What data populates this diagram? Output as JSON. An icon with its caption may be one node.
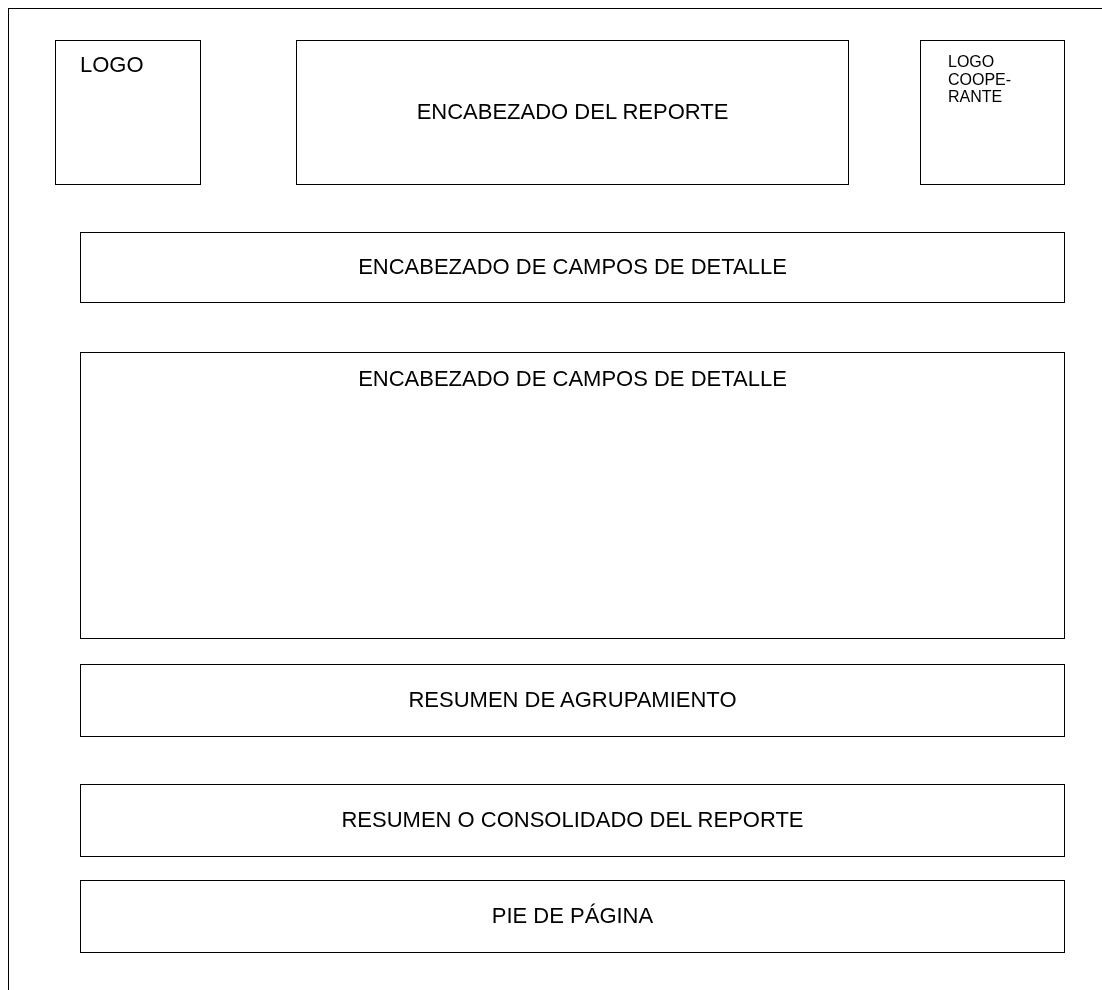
{
  "diagram": {
    "nodes": [
      {
        "text": [
          "LOGO"
        ]
      },
      {
        "text": [
          "ENCABEZADO DEL REPORTE"
        ]
      },
      {
        "text": [
          "LOGO COOPE-RANTE"
        ]
      },
      {
        "text": [
          "ENCABEZADO DE CAMPOS DE DETALLE"
        ]
      },
      {
        "text": [
          "ENCABEZADO DE CAMPOS DE DETALLE"
        ]
      },
      {
        "text": [
          "RESUMEN DE AGRUPAMIENTO"
        ]
      },
      {
        "text": [
          "RESUMEN O CONSOLIDADO DEL REPORTE"
        ]
      },
      {
        "text": [
          "PIE DE PÁGINA"
        ]
      }
    ]
  }
}
